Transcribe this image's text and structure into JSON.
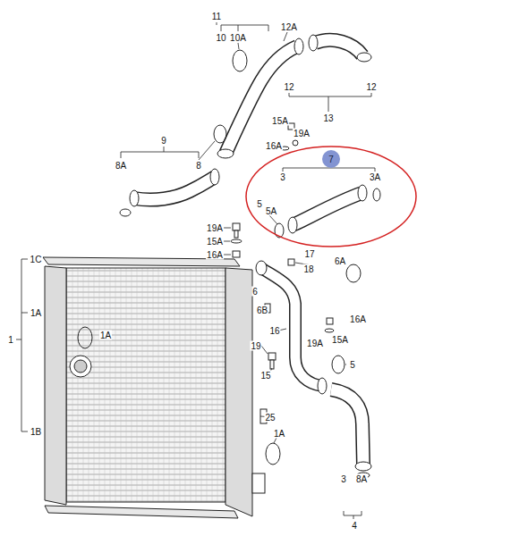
{
  "diagram": {
    "nodes": [
      {
        "text": [
          "7"
        ]
      }
    ],
    "labels": [
      "11",
      "10",
      "10A",
      "12A",
      "12",
      "12",
      "13",
      "9",
      "8A",
      "8",
      "15A",
      "19A",
      "16A",
      "3",
      "3A",
      "5",
      "5A",
      "19A",
      "15A",
      "16A",
      "17",
      "18",
      "6A",
      "1C",
      "1A",
      "1A",
      "1",
      "6",
      "6B",
      "16A",
      "16",
      "19A",
      "15A",
      "19",
      "15",
      "5",
      "25",
      "1A",
      "1B",
      "3",
      "8A",
      "4"
    ]
  }
}
